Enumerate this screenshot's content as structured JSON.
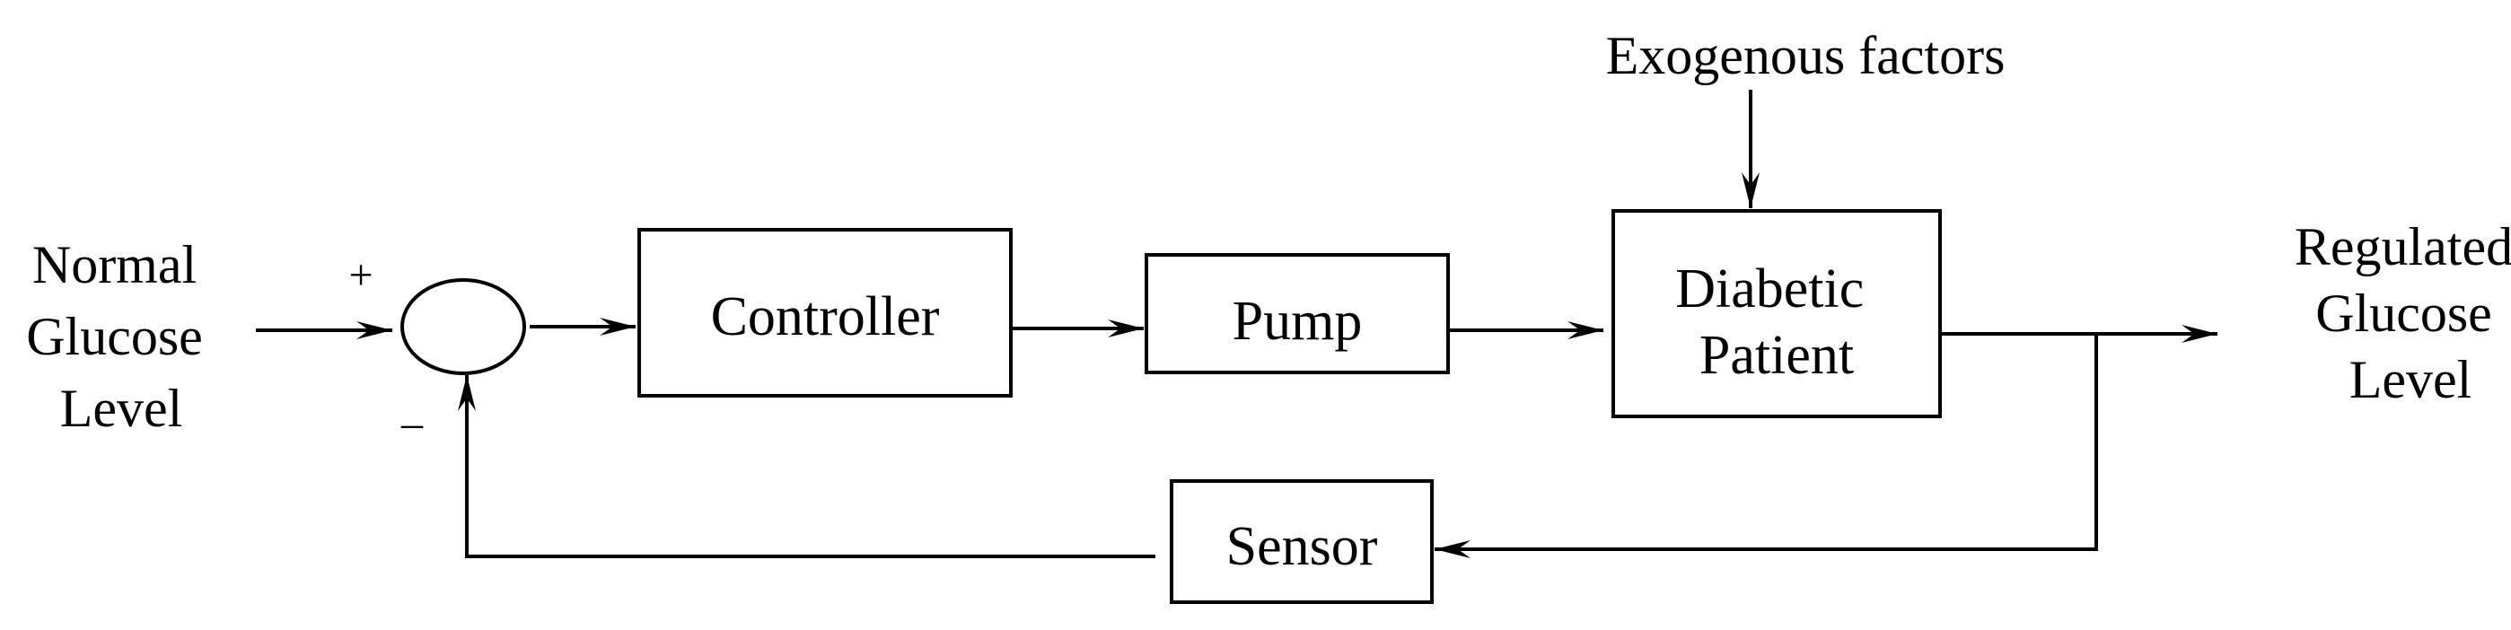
{
  "diagram": {
    "input_label": [
      "Normal",
      "Glucose",
      "Level"
    ],
    "plus_sign": "+",
    "minus_sign": "–",
    "controller": "Controller",
    "pump": "Pump",
    "patient": [
      "Diabetic",
      "Patient"
    ],
    "exogenous": "Exogenous factors",
    "output_label": [
      "Regulated",
      "Glucose",
      "Level"
    ],
    "sensor": "Sensor"
  }
}
